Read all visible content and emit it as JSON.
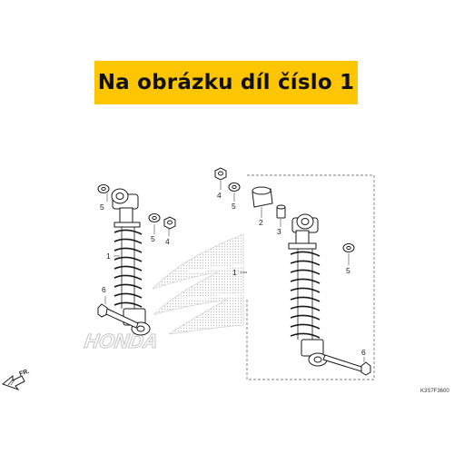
{
  "banner": {
    "text": "Na obrázku díl číslo 1",
    "color": "#fdc600"
  },
  "callouts": {
    "left_shock_1": "1",
    "left_washer_5": "5",
    "mid_washer_5": "5",
    "mid_nut_4": "4",
    "left_bolt_6": "6",
    "top_nut_4": "4",
    "top_washer_5": "5",
    "bushing_2": "2",
    "collar_3": "3",
    "right_shock_1": "1",
    "right_washer_5": "5",
    "right_bolt_6": "6"
  },
  "direction_label": "FR.",
  "diagram_code": "K3S7F3600",
  "watermark_text": "HONDA",
  "icons": {
    "direction_arrow": "front-direction-arrow-icon",
    "watermark_logo": "honda-wing-logo-icon"
  }
}
